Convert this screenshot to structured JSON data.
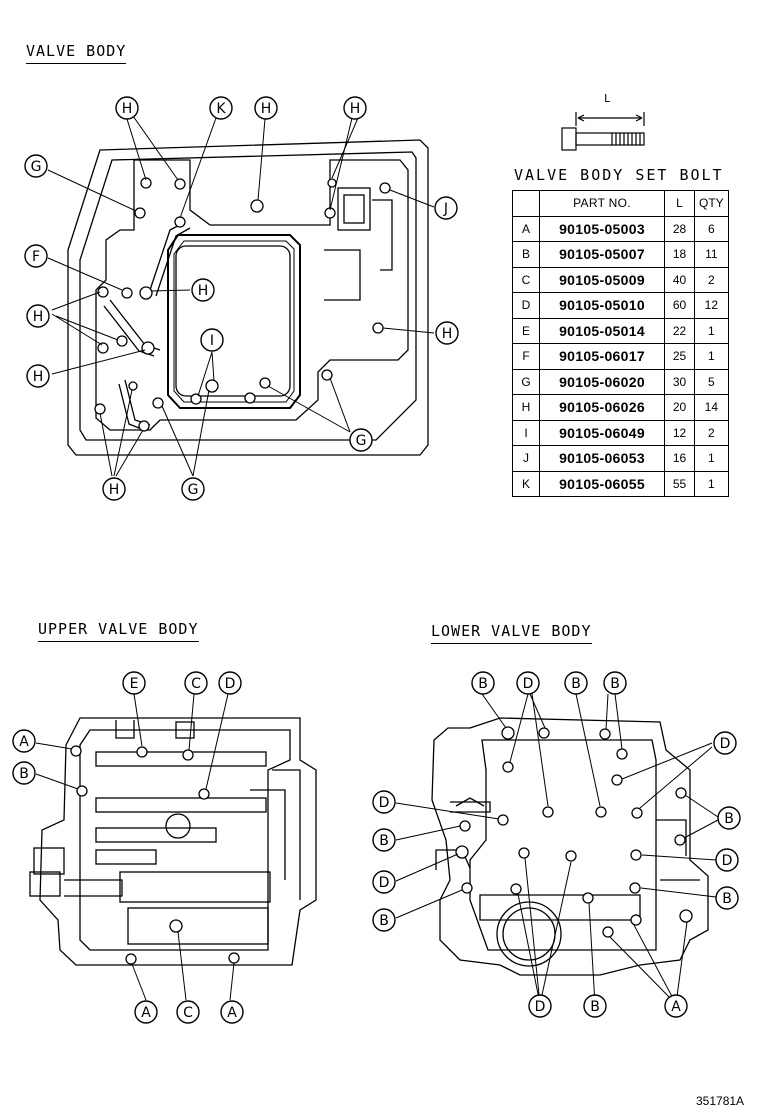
{
  "titles": {
    "valve_body": "VALVE BODY",
    "upper_valve_body": "UPPER VALVE BODY",
    "lower_valve_body": "LOWER VALVE BODY",
    "set_bolt": "VALVE BODY SET BOLT",
    "bolt_length_label": "L",
    "drawing_code": "351781A"
  },
  "table": {
    "headers": [
      "",
      "PART NO.",
      "L",
      "QTY"
    ],
    "rows": [
      [
        "A",
        "90105-05003",
        "28",
        "6"
      ],
      [
        "B",
        "90105-05007",
        "18",
        "11"
      ],
      [
        "C",
        "90105-05009",
        "40",
        "2"
      ],
      [
        "D",
        "90105-05010",
        "60",
        "12"
      ],
      [
        "E",
        "90105-05014",
        "22",
        "1"
      ],
      [
        "F",
        "90105-06017",
        "25",
        "1"
      ],
      [
        "G",
        "90105-06020",
        "30",
        "5"
      ],
      [
        "H",
        "90105-06026",
        "20",
        "14"
      ],
      [
        "I",
        "90105-06049",
        "12",
        "2"
      ],
      [
        "J",
        "90105-06053",
        "16",
        "1"
      ],
      [
        "K",
        "90105-06055",
        "55",
        "1"
      ]
    ]
  },
  "callouts": {
    "valve_body": [
      "H",
      "K",
      "H",
      "H",
      "G",
      "J",
      "F",
      "H",
      "H",
      "H",
      "H",
      "I",
      "G",
      "H",
      "G"
    ],
    "upper_valve_body": [
      "E",
      "C",
      "D",
      "A",
      "B",
      "A",
      "C",
      "A"
    ],
    "lower_valve_body": [
      "B",
      "D",
      "B",
      "B",
      "D",
      "B",
      "D",
      "B",
      "D",
      "D",
      "B",
      "B",
      "D",
      "B",
      "A"
    ]
  }
}
